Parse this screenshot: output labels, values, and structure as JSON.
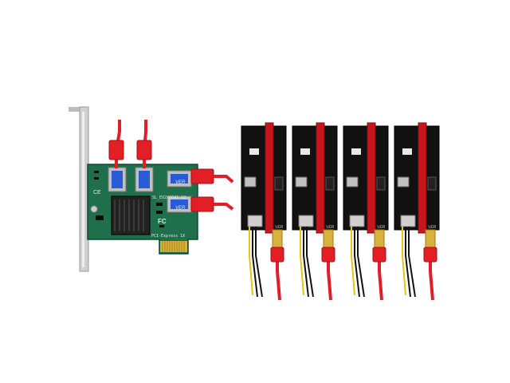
{
  "image": {
    "subject": "PCIe expansion adapter with four riser boards",
    "colors": {
      "background": "#ffffff",
      "pcb_green": "#1f6e4c",
      "pcb_dark": "#0f4a33",
      "riser_black": "#111111",
      "riser_red": "#c8161c",
      "usb_blue": "#2a5bd7",
      "cable_red": "#e21f26",
      "heatsink": "#222222",
      "bracket": "#c9c9c9",
      "gold": "#d8b23a",
      "wire_yellow": "#e8c21a"
    }
  },
  "adapter": {
    "silk_model": "SL_EU2X0042 V2",
    "silk_bus": "PCI-Express 1X",
    "silk_ce": "CE",
    "silk_fc": "FC",
    "port_label_1": "VER",
    "port_label_2": "VER"
  },
  "risers": {
    "count": 4,
    "items": [
      {
        "label": "VER"
      },
      {
        "label": "VER"
      },
      {
        "label": "VER"
      },
      {
        "label": "VER"
      }
    ]
  }
}
